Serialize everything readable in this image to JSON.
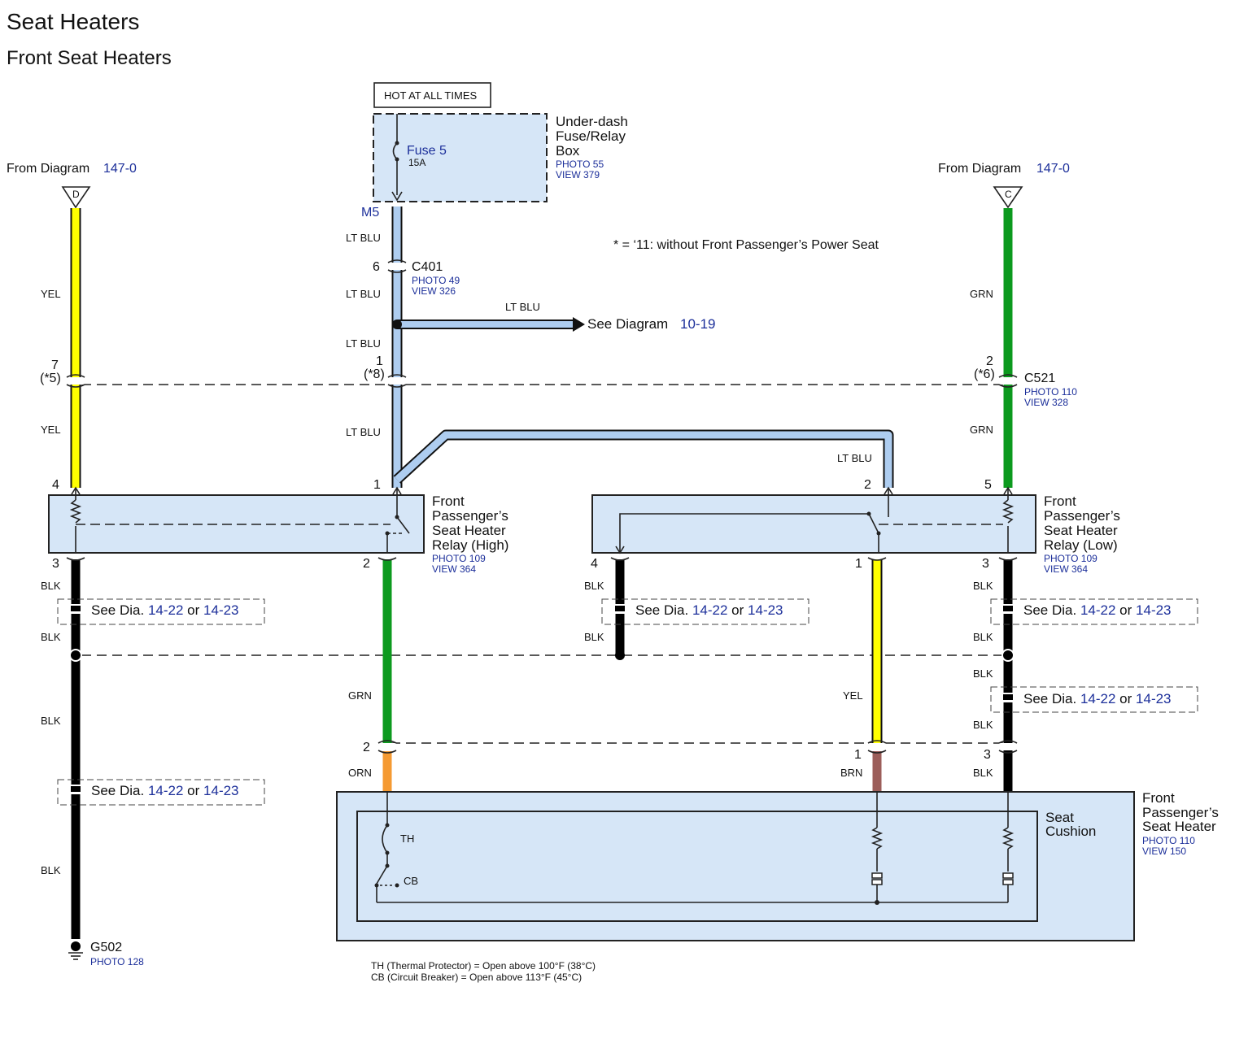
{
  "title": "Seat Heaters",
  "subtitle": "Front Seat Heaters",
  "hot_label": "HOT AT ALL TIMES",
  "fuse_box": {
    "name_lines": [
      "Under-dash",
      "Fuse/Relay",
      "Box"
    ],
    "photo": "PHOTO 55",
    "view": "VIEW 379",
    "fuse_label": "Fuse 5",
    "fuse_rating": "15A",
    "pin": "M5"
  },
  "from_left": {
    "text": "From Diagram",
    "ref": "147-0",
    "connector": "D"
  },
  "from_right": {
    "text": "From Diagram",
    "ref": "147-0",
    "connector": "C"
  },
  "footnote": "* = ‘11: without Front Passenger’s Power Seat",
  "c401": {
    "name": "C401",
    "photo": "PHOTO 49",
    "view": "VIEW 326",
    "pin": "6"
  },
  "c521": {
    "name": "C521",
    "photo": "PHOTO 110",
    "view": "VIEW 328"
  },
  "splice_link": {
    "wire": "LT BLU",
    "text": "See Diagram",
    "ref": "10-19"
  },
  "inline_connector": {
    "left_pin": "7",
    "left_note": "(*5)",
    "mid_pin": "1",
    "mid_note": "(*8)",
    "right_pin": "2",
    "right_note": "(*6)"
  },
  "relay_high": {
    "name_lines": [
      "Front",
      "Passenger’s",
      "Seat Heater",
      "Relay (High)"
    ],
    "photo": "PHOTO 109",
    "view": "VIEW 364",
    "pin_top_left": "4",
    "pin_top_right": "1",
    "pin_bot_left": "3",
    "pin_bot_right": "2"
  },
  "relay_low": {
    "name_lines": [
      "Front",
      "Passenger’s",
      "Seat Heater",
      "Relay (Low)"
    ],
    "photo": "PHOTO 109",
    "view": "VIEW 364",
    "pin_top_mid": "2",
    "pin_top_right": "5",
    "pin_bot_left": "4",
    "pin_bot_mid": "1",
    "pin_bot_right": "3"
  },
  "wires": {
    "yel": "YEL",
    "grn": "GRN",
    "blk": "BLK",
    "lt_blu": "LT BLU",
    "orn": "ORN",
    "brn": "BRN"
  },
  "see_dia": {
    "text1": "See",
    "text2": "Dia.",
    "ref1": "14-22",
    "or": "or",
    "ref2": "14-23"
  },
  "heater_pins": {
    "left": "2",
    "mid": "1",
    "right": "3"
  },
  "seat_heater": {
    "name_lines": [
      "Front",
      "Passenger’s",
      "Seat Heater"
    ],
    "photo": "PHOTO 110",
    "view": "VIEW 150",
    "cushion_lines": [
      "Seat",
      "Cushion"
    ],
    "th": "TH",
    "cb": "CB"
  },
  "ground": {
    "name": "G502",
    "photo": "PHOTO 128"
  },
  "notes": [
    "TH (Thermal Protector) = Open above 100°F (38°C)",
    "CB (Circuit Breaker) = Open above 113°F (45°C)"
  ],
  "colors": {
    "yel": "#ffff00",
    "grn": "#0c9a1e",
    "blk": "#000000",
    "lt_blu": "#aecdf0",
    "orn": "#f59a32",
    "brn": "#9c5e5a",
    "box": "#d6e6f7",
    "link": "#1c2f9a"
  }
}
